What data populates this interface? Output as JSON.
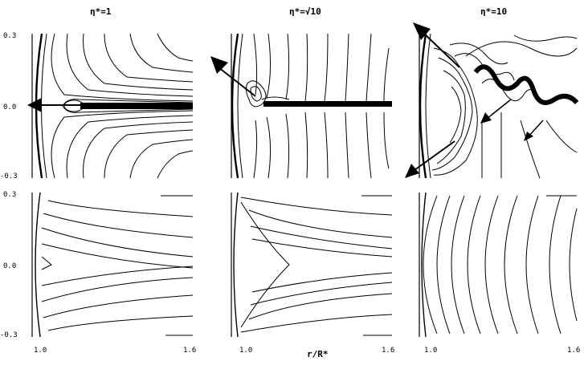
{
  "figure": {
    "panel_titles": [
      "η*=1",
      "η*=√10",
      "η*=10"
    ],
    "y_ticks": [
      "0.3",
      "0.0",
      "-0.3"
    ],
    "x_ticks": [
      "1.0",
      "1.6"
    ],
    "x_axis_label": "r/R*"
  },
  "colors": {
    "line": "#000000",
    "background": "#ffffff"
  }
}
